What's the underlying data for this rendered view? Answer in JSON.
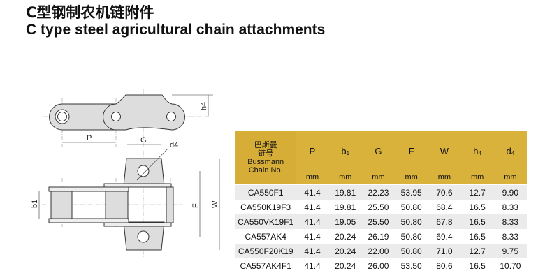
{
  "title_cn": "C型钢制农机链附件",
  "title_en": "C type steel agricultural chain attachments",
  "diagram_labels": {
    "P": "P",
    "G": "G",
    "d4": "d4",
    "h4": "h4",
    "b1": "b1",
    "F": "F",
    "W": "W"
  },
  "table": {
    "first_header": [
      "巴斯曼",
      "链号",
      "Bussmann",
      "Chain No."
    ],
    "columns": [
      {
        "name": "P",
        "sub": ""
      },
      {
        "name": "b",
        "sub": "1"
      },
      {
        "name": "G",
        "sub": ""
      },
      {
        "name": "F",
        "sub": ""
      },
      {
        "name": "W",
        "sub": ""
      },
      {
        "name": "h",
        "sub": "4"
      },
      {
        "name": "d",
        "sub": "4"
      }
    ],
    "unit": "mm",
    "rows": [
      [
        "CA550F1",
        "41.4",
        "19.81",
        "22.23",
        "53.95",
        "70.6",
        "12.7",
        "9.90"
      ],
      [
        "CA550K19F3",
        "41.4",
        "19.81",
        "25.50",
        "50.80",
        "68.4",
        "16.5",
        "8.33"
      ],
      [
        "CA550VK19F1",
        "41.4",
        "19.05",
        "25.50",
        "50.80",
        "67.8",
        "16.5",
        "8.33"
      ],
      [
        "CA557AK4",
        "41.4",
        "20.24",
        "26.19",
        "50.80",
        "69.4",
        "16.5",
        "8.33"
      ],
      [
        "CA550F20K19",
        "41.4",
        "20.24",
        "22.00",
        "50.80",
        "71.0",
        "12.7",
        "9.75"
      ],
      [
        "CA557AK4F1",
        "41.4",
        "20.24",
        "26.00",
        "53.50",
        "80.6",
        "16.5",
        "10.70"
      ]
    ]
  },
  "colors": {
    "header": "#d9b23c",
    "row_alt": "#ebebeb"
  }
}
